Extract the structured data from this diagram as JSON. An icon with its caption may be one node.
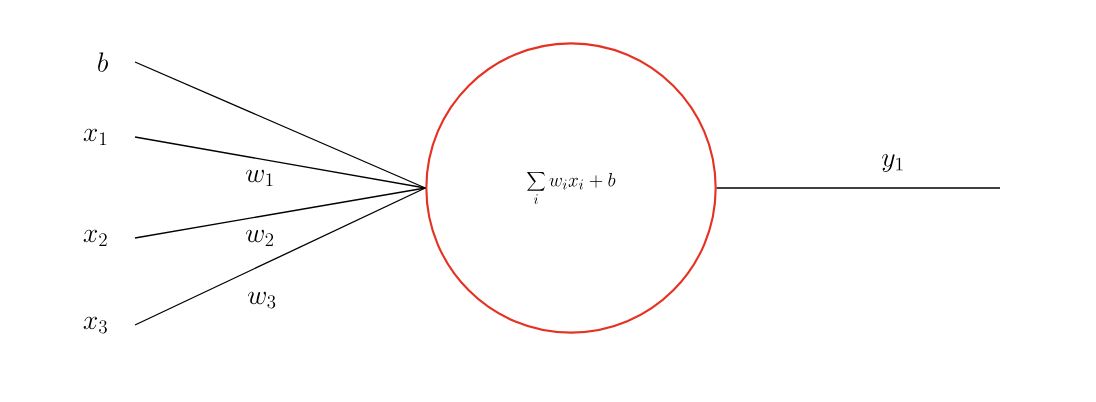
{
  "diagram": {
    "nodes": [
      {
        "text": [
          "b"
        ]
      },
      {
        "text": [
          "x_1"
        ]
      },
      {
        "text": [
          "x_2"
        ]
      },
      {
        "text": [
          "x_3"
        ]
      },
      {
        "text": [
          "\\sum_i w_i x_i + b"
        ]
      }
    ],
    "edges": [
      {
        "from": 0,
        "to": 4,
        "arrow": "none"
      },
      {
        "from": 1,
        "to": 4,
        "arrow": "none",
        "label": "w_1"
      },
      {
        "from": 2,
        "to": 4,
        "arrow": "none",
        "label": "w_2"
      },
      {
        "from": 3,
        "to": 4,
        "arrow": "none",
        "label": "w_3"
      },
      {
        "from": 4,
        "to": null,
        "arrow": "none",
        "label": "y_1"
      }
    ]
  }
}
